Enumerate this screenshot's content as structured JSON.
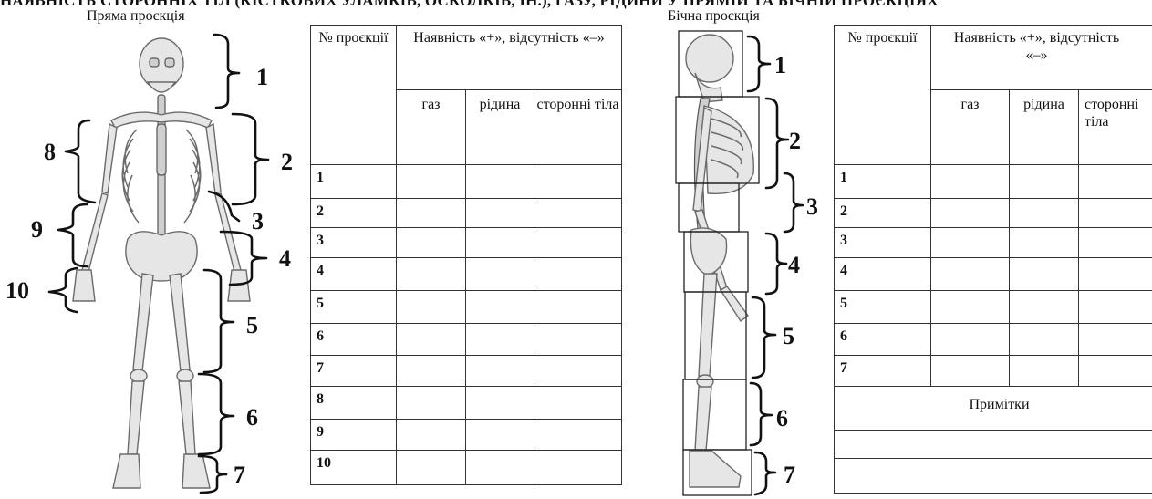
{
  "title": "НАЯВНІСТЬ СТОРОННІХ ТІЛ (КІСТКОВИХ УЛАМКІВ, ОСКОЛКІВ, ІН.), ГАЗУ, РІДИНИ У ПРЯМІЙ ТА БІЧНІЙ ПРОЄКЦІЯХ",
  "front_view": {
    "label": "Пряма проєкція",
    "markers": [
      "1",
      "2",
      "3",
      "4",
      "5",
      "6",
      "7",
      "8",
      "9",
      "10"
    ]
  },
  "side_view": {
    "label": "Бічна проєкція",
    "markers": [
      "1",
      "2",
      "3",
      "4",
      "5",
      "6",
      "7"
    ]
  },
  "table_front": {
    "col_no": "№ проєкції",
    "col_group": "Наявність «+», відсутність «–»",
    "col_gas": "газ",
    "col_fluid": "рідина",
    "col_foreign": "сторонні тіла",
    "rows": [
      "1",
      "2",
      "3",
      "4",
      "5",
      "6",
      "7",
      "8",
      "9",
      "10"
    ]
  },
  "table_side": {
    "col_no": "№ проєкції",
    "col_group": "Наявність «+», відсутність «–»",
    "col_gas": "газ",
    "col_fluid": "рідина",
    "col_foreign": "сторонні тіла",
    "rows": [
      "1",
      "2",
      "3",
      "4",
      "5",
      "6",
      "7"
    ],
    "notes_label": "Примітки"
  }
}
